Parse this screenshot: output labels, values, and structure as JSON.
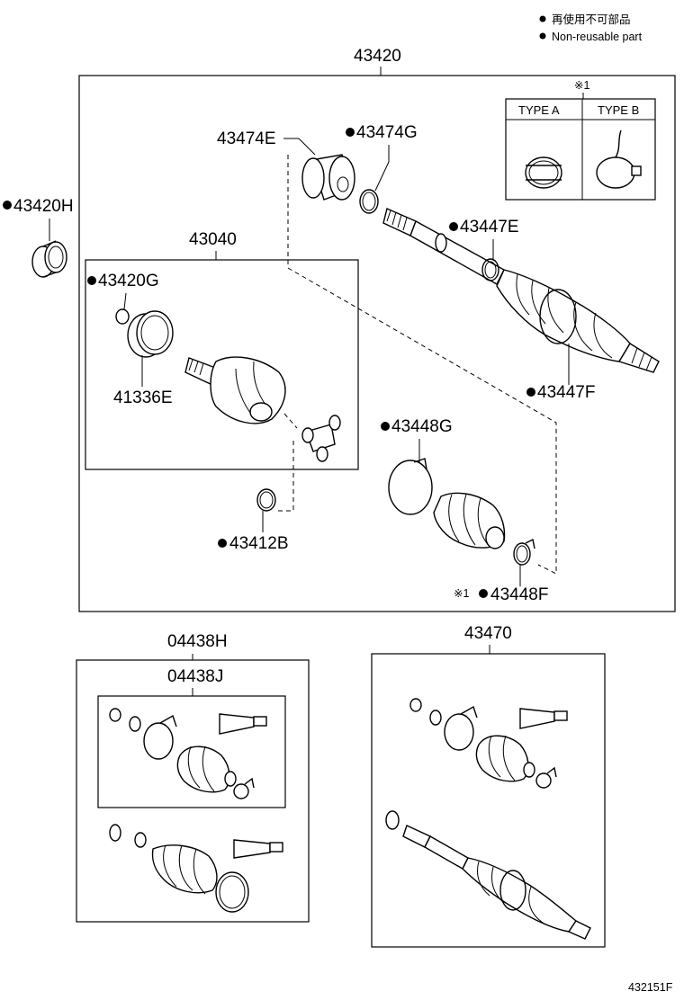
{
  "legend": {
    "line_jp": "再使用不可部品",
    "line_en": "Non-reusable part"
  },
  "type_table": {
    "note_mark": "※1",
    "col_a": "TYPE A",
    "col_b": "TYPE B"
  },
  "parts": {
    "p43420": "43420",
    "p43420H": "43420H",
    "p43474E": "43474E",
    "p43474G": "43474G",
    "p43447E": "43447E",
    "p43447F": "43447F",
    "p43040": "43040",
    "p43420G": "43420G",
    "p41336E": "41336E",
    "p43448G": "43448G",
    "p43412B": "43412B",
    "p43448F": "43448F",
    "p43448F_mark": "※1",
    "p04438H": "04438H",
    "p04438J": "04438J",
    "p43470": "43470"
  },
  "figure_id": "432151F"
}
